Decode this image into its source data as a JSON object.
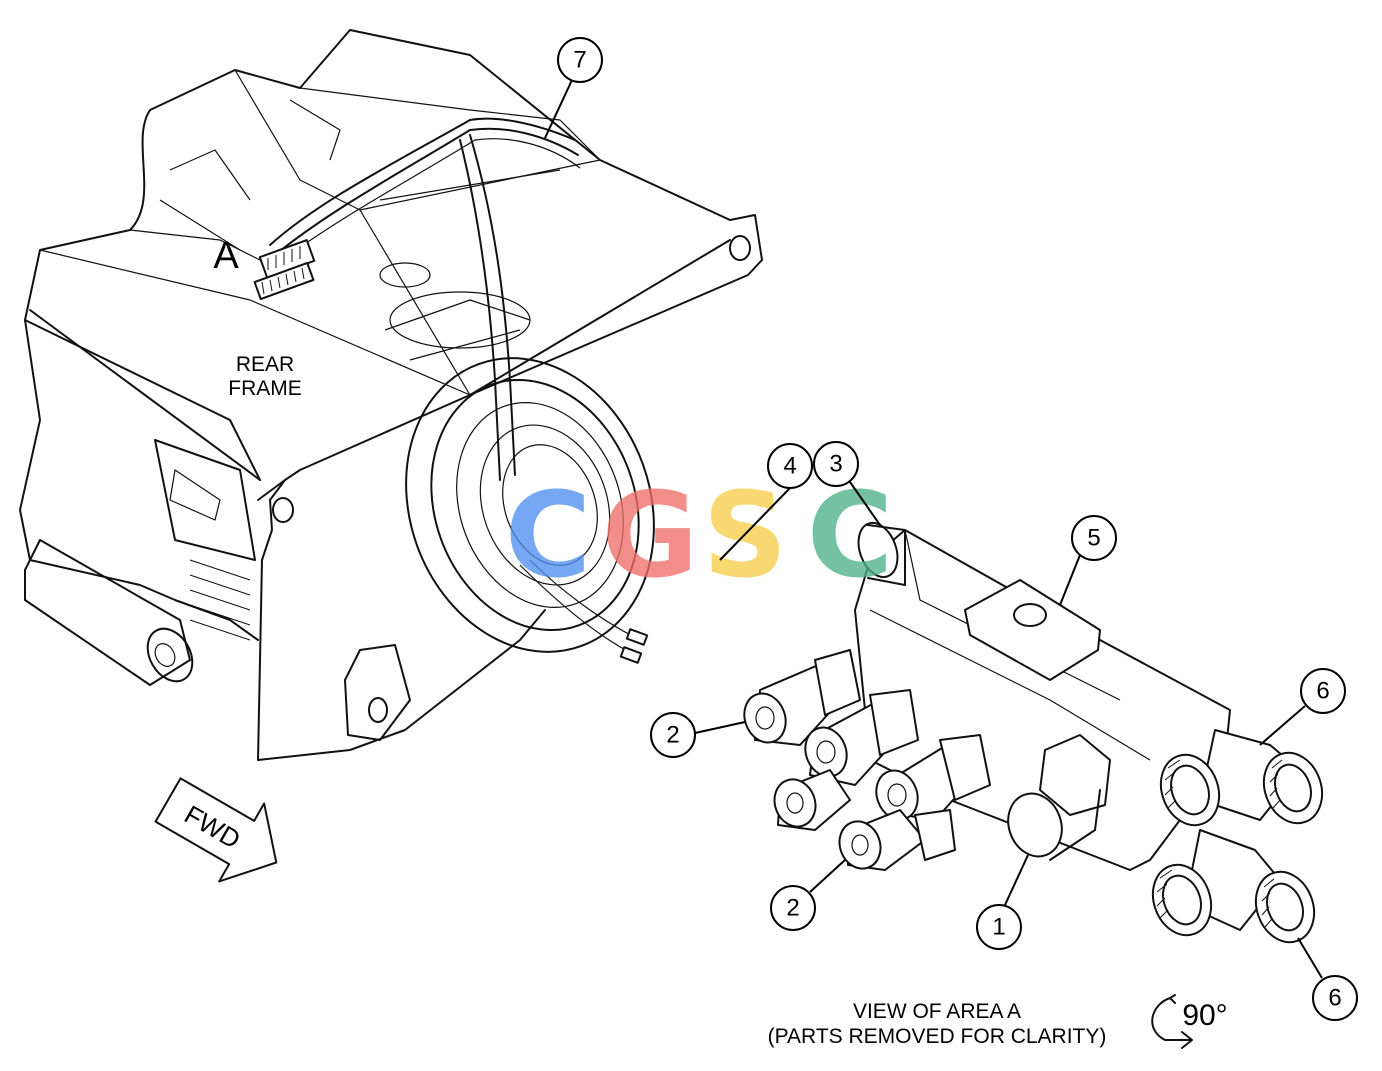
{
  "labels": {
    "area_marker": "A",
    "rear_frame_line1": "REAR",
    "rear_frame_line2": "FRAME",
    "fwd": "FWD",
    "view_line1": "VIEW OF AREA  A",
    "view_line2": "(PARTS REMOVED FOR CLARITY)",
    "rotation": "90°"
  },
  "callouts": {
    "c1": "1",
    "c2a": "2",
    "c2b": "2",
    "c3": "3",
    "c4": "4",
    "c5": "5",
    "c6a": "6",
    "c6b": "6",
    "c7": "7"
  },
  "watermark": {
    "letters": [
      "C",
      "G",
      "S",
      "C"
    ],
    "colors": [
      "#4f8ff0",
      "#ef6f6a",
      "#f7cf4a",
      "#4fb08a"
    ]
  }
}
